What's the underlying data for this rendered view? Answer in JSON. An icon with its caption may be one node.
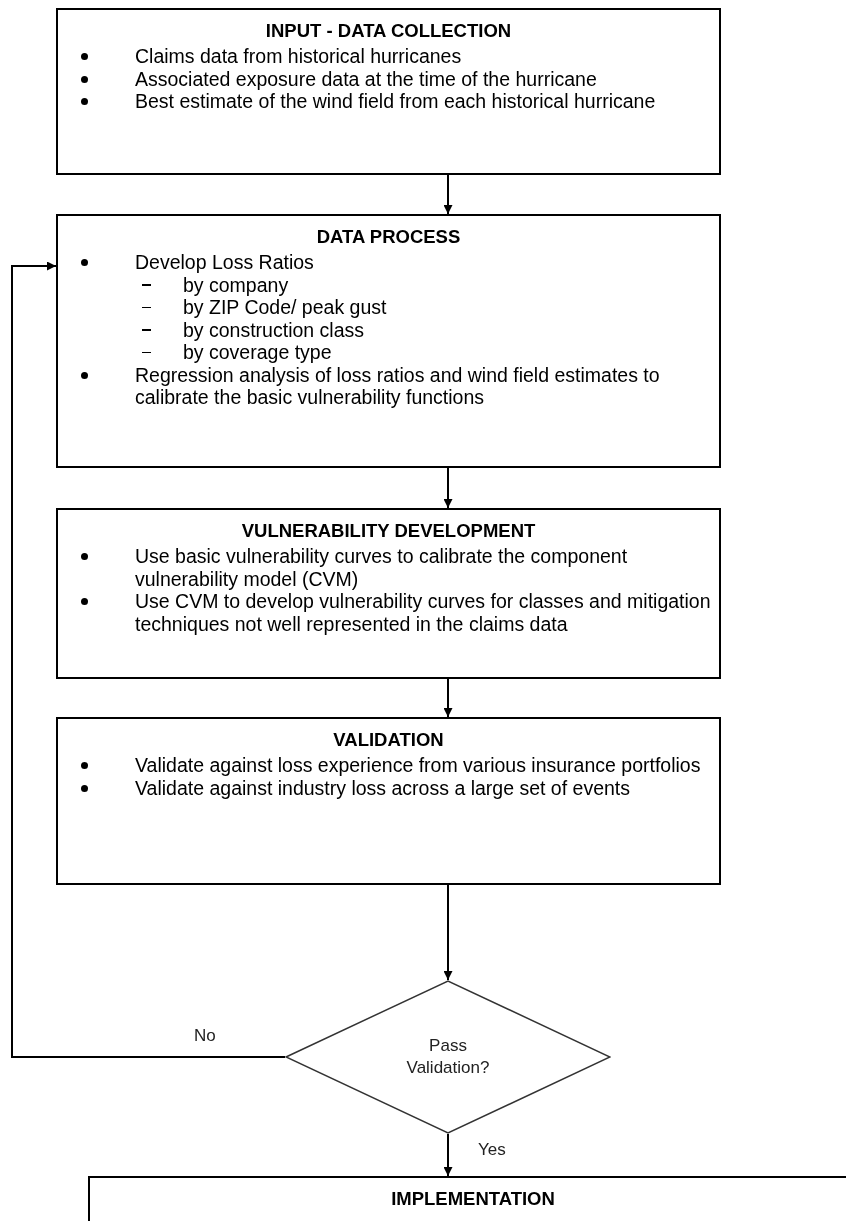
{
  "diagram": {
    "nodes": [
      {
        "text": [
          "INPUT - DATA COLLECTION",
          "Claims data from historical hurricanes",
          "Associated exposure data at the time of the hurricane",
          "Best estimate of the wind field from each historical hurricane"
        ]
      },
      {
        "text": [
          "DATA PROCESS",
          "Develop Loss Ratios",
          "by company",
          "by ZIP Code/ peak gust",
          "by construction class",
          "by coverage type",
          "Regression analysis of loss ratios and wind field estimates to calibrate the basic vulnerability functions"
        ]
      },
      {
        "text": [
          "VULNERABILITY DEVELOPMENT",
          "Use basic vulnerability curves to calibrate the component vulnerability model (CVM)",
          "Use CVM to develop vulnerability curves for classes and mitigation techniques not well represented in the claims data"
        ]
      },
      {
        "text": [
          "VALIDATION",
          "Validate against loss experience from various insurance portfolios",
          "Validate against industry loss across a large set of events"
        ]
      },
      {
        "text": [
          "Pass Validation?"
        ]
      },
      {
        "text": [
          "IMPLEMENTATION"
        ]
      }
    ],
    "edges": [
      {
        "from": 0,
        "to": 1,
        "arrow": "to"
      },
      {
        "from": 1,
        "to": 2,
        "arrow": "to"
      },
      {
        "from": 2,
        "to": 3,
        "arrow": "to"
      },
      {
        "from": 3,
        "to": 4,
        "arrow": "to"
      },
      {
        "from": 4,
        "to": 1,
        "arrow": "to",
        "label": "No"
      },
      {
        "from": 4,
        "to": 5,
        "arrow": "to",
        "label": "Yes"
      }
    ]
  }
}
